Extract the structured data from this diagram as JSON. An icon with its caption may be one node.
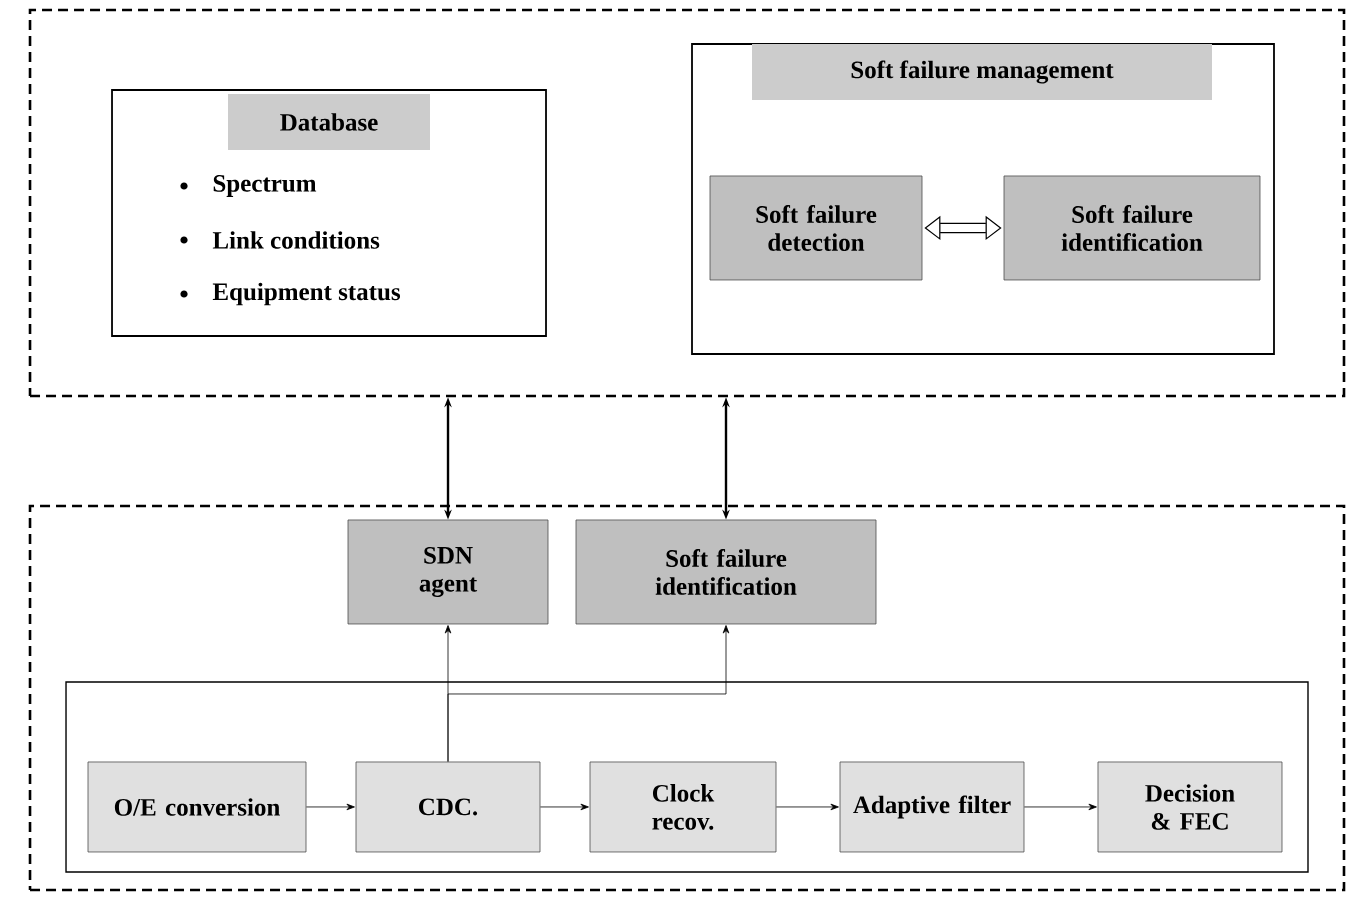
{
  "diagram": {
    "nodes": [
      {
        "text": [],
        "shape": "box"
      },
      {
        "text": [
          "Database",
          "Spectrum",
          "Link conditions",
          "Equipment status"
        ],
        "in": 0
      },
      {
        "text": [
          "Soft failure management"
        ],
        "in": 0
      },
      {
        "text": [
          "Soft failure detection"
        ],
        "in": 2
      },
      {
        "text": [
          "Soft failure identification"
        ],
        "in": 2
      },
      {
        "text": [],
        "shape": "box"
      },
      {
        "text": [
          "SDN agent"
        ],
        "in": 5
      },
      {
        "text": [
          "Soft failure identification"
        ],
        "in": 5
      },
      {
        "text": [],
        "shape": "box",
        "in": 5
      },
      {
        "text": [
          "O/E conversion"
        ],
        "in": 8
      },
      {
        "text": [
          "CDC."
        ],
        "in": 8
      },
      {
        "text": [
          "Clock recov."
        ],
        "in": 8
      },
      {
        "text": [
          "Adaptive filter"
        ],
        "in": 8
      },
      {
        "text": [
          "Decision & FEC"
        ],
        "in": 8
      }
    ],
    "edges": [
      {
        "from": 3,
        "to": 4,
        "arrow": "both",
        "style": "thick"
      },
      {
        "from": 6,
        "to": 0,
        "arrow": "both"
      },
      {
        "from": 7,
        "to": 0,
        "arrow": "both"
      },
      {
        "from": 10,
        "to": 6,
        "arrow": "to"
      },
      {
        "from": 10,
        "to": 7,
        "arrow": "to"
      },
      {
        "from": 9,
        "to": 10,
        "arrow": "to"
      },
      {
        "from": 10,
        "to": 11,
        "arrow": "to"
      },
      {
        "from": 11,
        "to": 12,
        "arrow": "to"
      },
      {
        "from": 12,
        "to": 13,
        "arrow": "to"
      }
    ]
  }
}
